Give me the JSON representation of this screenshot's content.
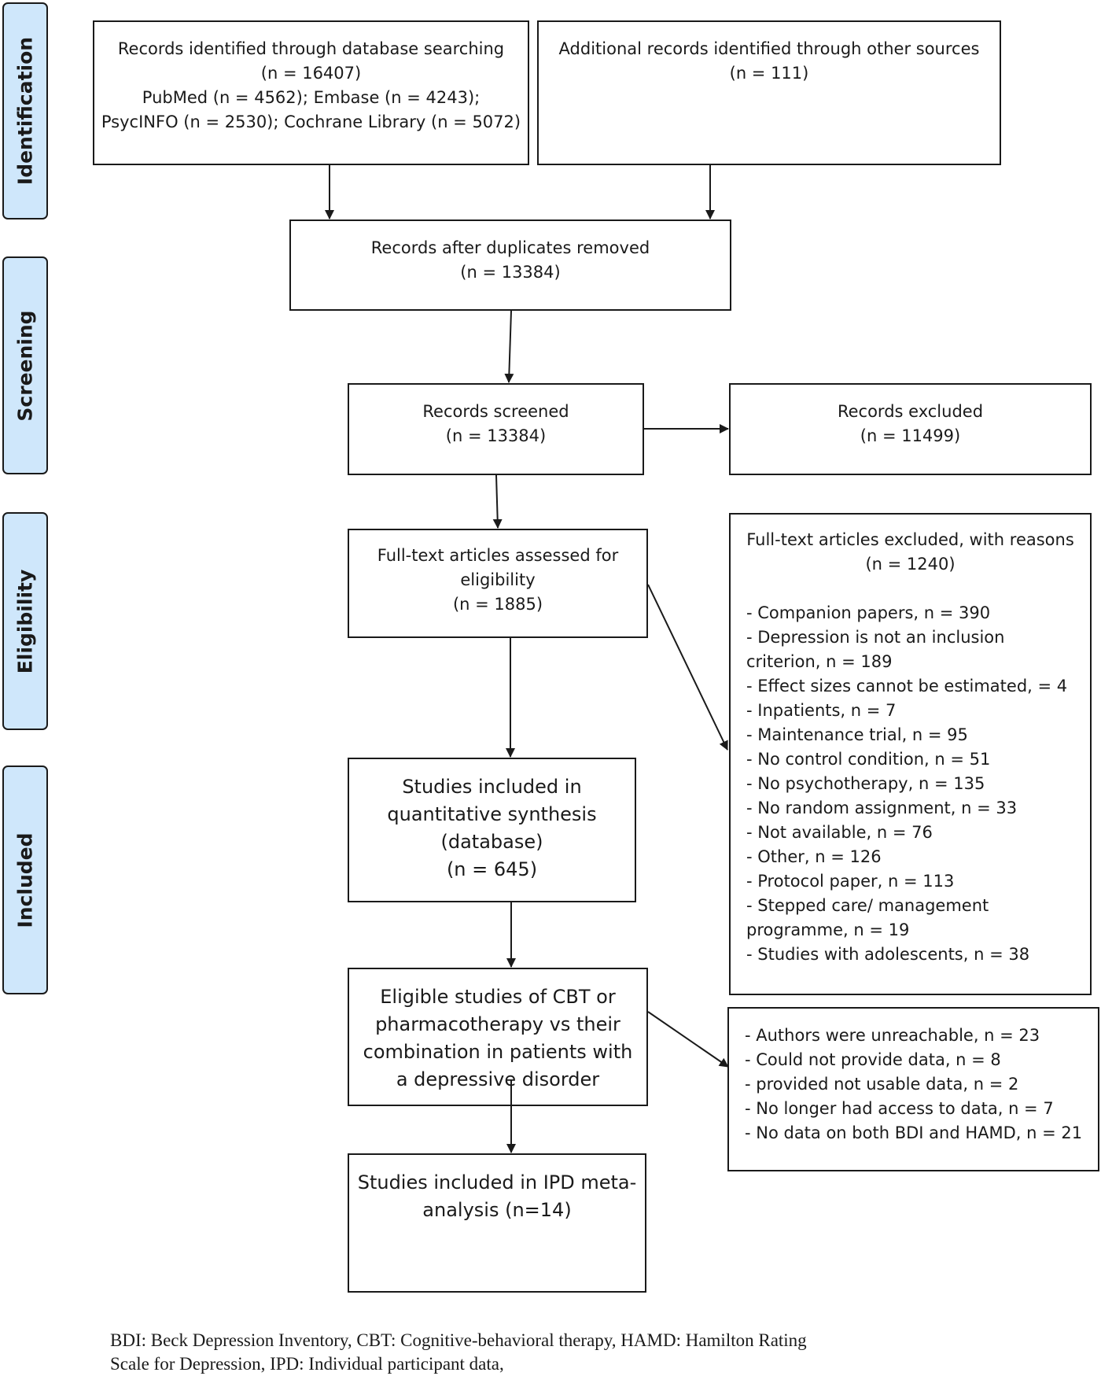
{
  "phases": {
    "identification": "Identification",
    "screening": "Screening",
    "eligibility": "Eligibility",
    "included": "Included"
  },
  "boxes": {
    "db_search": [
      "Records identified through database searching",
      "(n = 16407)",
      "PubMed (n = 4562); Embase (n = 4243);",
      "PsycINFO (n = 2530); Cochrane Library (n = 5072)"
    ],
    "other_sources": [
      "Additional records identified through other sources",
      "(n = 111)"
    ],
    "duplicates_removed": [
      "Records after duplicates removed",
      "(n = 13384)"
    ],
    "screened": [
      "Records screened",
      "(n = 13384)"
    ],
    "excluded": [
      "Records excluded",
      "(n = 11499)"
    ],
    "fulltext_assessed": [
      "Full-text articles assessed for",
      "eligibility",
      "(n = 1885)"
    ],
    "fulltext_excluded_header": [
      "Full-text articles excluded, with reasons",
      "(n = 1240)"
    ],
    "fulltext_excluded_reasons": [
      "- Companion papers, n = 390",
      "- Depression is not an inclusion",
      "criterion, n = 189",
      "- Effect sizes cannot be estimated, = 4",
      "- Inpatients, n = 7",
      "- Maintenance trial, n = 95",
      "- No control condition, n = 51",
      "- No psychotherapy, n = 135",
      "- No random assignment, n = 33",
      "- Not available, n = 76",
      "- Other, n = 126",
      "- Protocol paper, n = 113",
      "- Stepped care/ management",
      "programme, n = 19",
      "- Studies with adolescents, n = 38"
    ],
    "quantitative": [
      "Studies included in",
      "quantitative synthesis",
      "(database)",
      "(n = 645)"
    ],
    "eligible_cbt": [
      "Eligible studies of CBT or",
      "pharmacotherapy vs their",
      "combination in patients with",
      "a depressive disorder"
    ],
    "ipd_excluded_reasons": [
      "- Authors were unreachable, n = 23",
      "- Could not provide data, n = 8",
      "- provided not usable data, n = 2",
      "- No longer had access to data, n = 7",
      "- No data on both BDI and HAMD, n = 21"
    ],
    "ipd_included": [
      "Studies included in IPD meta-",
      "analysis (n=14)"
    ]
  },
  "footnote": [
    "BDI: Beck Depression Inventory, CBT: Cognitive-behavioral therapy, HAMD: Hamilton Rating",
    "Scale for Depression, IPD: Individual participant data,"
  ]
}
